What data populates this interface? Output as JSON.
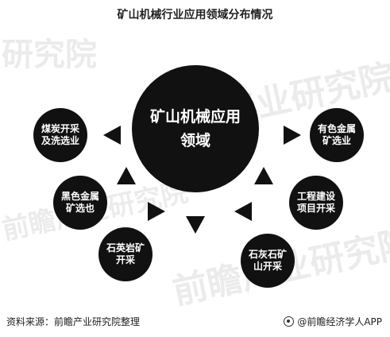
{
  "title": "矿山机械行业应用领域分布情况",
  "center": "矿山机械应用领域",
  "nodes": {
    "coal": "煤炭开采及洗选业",
    "ferrous": "黑色金属矿选也",
    "quartz": "石英岩矿开采",
    "limestone": "石灰石矿山开采",
    "engineering": "工程建设项目开采",
    "nonferrous": "有色金属矿选业"
  },
  "watermarks": [
    "前瞻产业研究院",
    "前瞻产业研究院",
    "前瞻产业研究院",
    "研究院"
  ],
  "footer": {
    "source": "资料来源：前瞻产业研究院整理",
    "brand": "@前瞻经济学人APP"
  },
  "colors": {
    "node_fill": "#111111",
    "node_text": "#ffffff",
    "background": "#ffffff"
  }
}
